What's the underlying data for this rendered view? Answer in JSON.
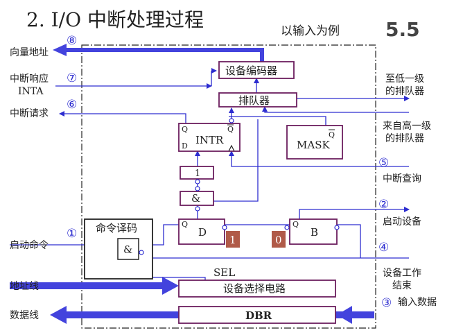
{
  "title": "2. I/O 中断处理过程",
  "subtitle": "以输入为例",
  "section_number": "5.5",
  "blocks": {
    "encoder": "设备编码器",
    "queue": "排队器",
    "intr": "INTR",
    "mask": "MASK",
    "gate_one": "1",
    "gate_and": "&",
    "cmd_decoder": "命令译码",
    "cmd_and": "&",
    "ff_d": "D",
    "ff_b": "B",
    "ff_d_value": "1",
    "ff_b_value": "0",
    "sel": "SEL",
    "device_select": "设备选择电路",
    "dbr": "DBR"
  },
  "pins": {
    "q": "Q",
    "q_bar": "Q",
    "d": "D"
  },
  "left_labels": {
    "vector_address": "向量地址",
    "int_response": "中断响应",
    "inta": "INTA",
    "int_request": "中断请求",
    "start_command": "启动命令",
    "address_line": "地址线",
    "data_line": "数据线"
  },
  "right_labels": {
    "to_lower_1": "至低一级",
    "to_lower_2": "的排队器",
    "from_higher_1": "来自高一级",
    "from_higher_2": "的排队器",
    "int_query": "中断查询",
    "start_device": "启动设备",
    "device_done_1": "设备工作",
    "device_done_2": "结束",
    "input_data": "输入数据"
  },
  "step_markers": [
    "⑧",
    "⑦",
    "⑥",
    "⑤",
    "②",
    "①",
    "④",
    "③"
  ],
  "colors": {
    "wire": "#2d2dd0",
    "box": "#6b1e5e",
    "bus": "#4343dd",
    "value_box": "#b05a48",
    "text": "#222222"
  }
}
